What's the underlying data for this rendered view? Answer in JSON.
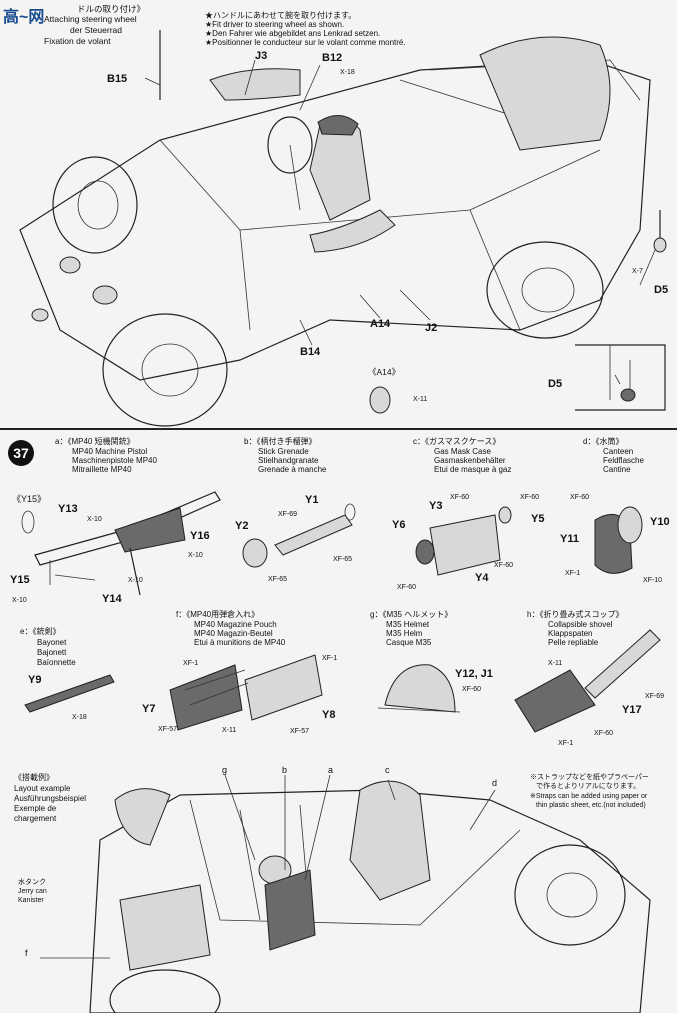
{
  "top": {
    "watermark": "高~网",
    "title_fragment": "ドルの取り付け》",
    "captions": [
      "Attaching steering wheel",
      "der Steuerrad",
      "Fixation de volant"
    ],
    "notes": [
      "★ハンドルにあわせて腕を取り付けます。",
      "★Fit driver to steering wheel as shown.",
      "★Den Fahrer wie abgebildet ans Lenkrad setzen.",
      "★Positionner le conducteur sur le volant comme montré."
    ],
    "labels": {
      "j3": "J3",
      "b12": "B12",
      "x18": "X-18",
      "b15": "B15",
      "d5a": "D5",
      "x7": "X-7",
      "j2": "J2",
      "a14": "A14",
      "b14": "B14",
      "d5b": "D5",
      "a14_sub": "《A14》",
      "x11": "X-11"
    }
  },
  "step": {
    "number": "37"
  },
  "parts": {
    "a": {
      "jp": "a：《MP40 短機関銃》",
      "en": "MP40 Machine Pistol",
      "de": "Maschinenpistole MP40",
      "fr": "Mitraillette MP40",
      "labels": [
        "《Y15》",
        "Y13",
        "X-10",
        "Y16",
        "X-10",
        "X-10",
        "Y15",
        "X-10",
        "Y14"
      ]
    },
    "b": {
      "jp": "b：《柄付き手榴弾》",
      "en": "Stick Grenade",
      "de": "Stielhandgranate",
      "fr": "Grenade à manche",
      "labels": [
        "Y1",
        "XF-69",
        "Y2",
        "XF-65",
        "XF-65"
      ]
    },
    "c": {
      "jp": "c：《ガスマスクケース》",
      "en": "Gas Mask Case",
      "de": "Gasmaskenbehälter",
      "fr": "Etui de masque à gaz",
      "labels": [
        "XF-60",
        "Y3",
        "XF-60",
        "Y5",
        "Y6",
        "XF-60",
        "Y4",
        "XF-60"
      ]
    },
    "d": {
      "jp": "d：《水筒》",
      "en": "Canteen",
      "de": "Feldflasche",
      "fr": "Cantine",
      "labels": [
        "XF-60",
        "Y10",
        "Y11",
        "XF-1",
        "XF-10"
      ]
    },
    "e": {
      "jp": "e：《銃剣》",
      "en": "Bayonet",
      "de": "Bajonett",
      "fr": "Baïonnette",
      "labels": [
        "Y9",
        "X-18"
      ]
    },
    "f": {
      "jp": "f：《MP40用弾倉入れ》",
      "en": "MP40 Magazine Pouch",
      "de": "MP40 Magazin-Beutel",
      "fr": "Etui à munitions de MP40",
      "labels": [
        "XF-1",
        "XF-1",
        "Y7",
        "Y8",
        "XF-57",
        "X-11",
        "XF-57"
      ]
    },
    "g": {
      "jp": "g：《M35 ヘルメット》",
      "en": "M35 Helmet",
      "de": "M35 Helm",
      "fr": "Casque M35",
      "labels": [
        "Y12, J1",
        "XF-60"
      ]
    },
    "h": {
      "jp": "h：《折り畳み式スコップ》",
      "en": "Collapsible shovel",
      "de": "Klappspaten",
      "fr": "Pelle repliable",
      "labels": [
        "X-11",
        "XF-69",
        "Y17",
        "XF-60",
        "XF-1"
      ]
    }
  },
  "layout_example": {
    "jp": "《搭載例》",
    "en": "Layout example",
    "de": "Ausführungsbeispiel",
    "fr1": "Exemple de",
    "fr2": "chargement",
    "note_jp": "※ストラップなどを紙やプラペーパー",
    "note_jp2": "で作るとよりリアルになります。",
    "note_en": "※Straps can be added using paper or",
    "note_en2": "thin plastic sheet, etc.(not included)",
    "jerry_jp": "水タンク",
    "jerry_en": "Jerry can",
    "jerry_de": "Kanister",
    "letters": [
      "g",
      "b",
      "a",
      "c",
      "d",
      "f"
    ]
  }
}
